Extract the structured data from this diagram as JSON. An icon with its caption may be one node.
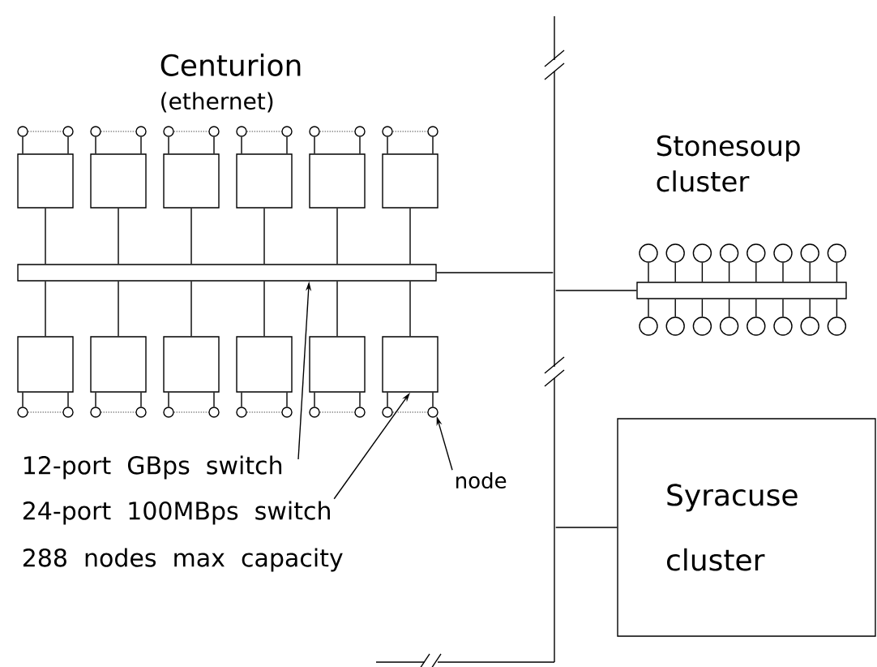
{
  "diagram": {
    "nodes": [
      {
        "text": [],
        "shape": "circle"
      },
      {
        "text": [],
        "shape": "circle"
      },
      {
        "text": [],
        "shape": "circle"
      },
      {
        "text": [],
        "shape": "circle"
      },
      {
        "text": [],
        "shape": "circle"
      },
      {
        "text": [],
        "shape": "circle"
      },
      {
        "text": [],
        "shape": "circle"
      },
      {
        "text": [],
        "shape": "circle"
      },
      {
        "text": [],
        "shape": "circle"
      },
      {
        "text": [],
        "shape": "circle"
      },
      {
        "text": [],
        "shape": "circle"
      },
      {
        "text": [],
        "shape": "circle"
      },
      {
        "text": [],
        "shape": "box"
      },
      {
        "text": [],
        "shape": "box"
      },
      {
        "text": [],
        "shape": "box"
      },
      {
        "text": [],
        "shape": "box"
      },
      {
        "text": [],
        "shape": "box"
      },
      {
        "text": [],
        "shape": "box"
      },
      {
        "text": [],
        "shape": "bar"
      },
      {
        "text": [],
        "shape": "box"
      },
      {
        "text": [],
        "shape": "box"
      },
      {
        "text": [],
        "shape": "box"
      },
      {
        "text": [],
        "shape": "box"
      },
      {
        "text": [],
        "shape": "box"
      },
      {
        "text": [],
        "shape": "box"
      },
      {
        "text": [],
        "shape": "circle"
      },
      {
        "text": [],
        "shape": "circle"
      },
      {
        "text": [],
        "shape": "circle"
      },
      {
        "text": [],
        "shape": "circle"
      },
      {
        "text": [],
        "shape": "circle"
      },
      {
        "text": [],
        "shape": "circle"
      },
      {
        "text": [],
        "shape": "circle"
      },
      {
        "text": [],
        "shape": "circle"
      },
      {
        "text": [],
        "shape": "circle"
      },
      {
        "text": [],
        "shape": "circle"
      },
      {
        "text": [],
        "shape": "circle"
      },
      {
        "text": [],
        "shape": "circle"
      },
      {
        "text": [],
        "shape": "line"
      },
      {
        "text": [],
        "shape": "circle"
      },
      {
        "text": [],
        "shape": "circle"
      },
      {
        "text": [],
        "shape": "circle"
      },
      {
        "text": [],
        "shape": "circle"
      },
      {
        "text": [],
        "shape": "circle"
      },
      {
        "text": [],
        "shape": "circle"
      },
      {
        "text": [],
        "shape": "circle"
      },
      {
        "text": [],
        "shape": "circle"
      },
      {
        "text": [],
        "shape": "bar"
      },
      {
        "text": [],
        "shape": "circle"
      },
      {
        "text": [],
        "shape": "circle"
      },
      {
        "text": [],
        "shape": "circle"
      },
      {
        "text": [],
        "shape": "circle"
      },
      {
        "text": [],
        "shape": "circle"
      },
      {
        "text": [],
        "shape": "circle"
      },
      {
        "text": [],
        "shape": "circle"
      },
      {
        "text": [],
        "shape": "circle"
      },
      {
        "text": [
          "Syracuse cluster"
        ]
      },
      {
        "text": [
          "12-port GBps switch"
        ]
      },
      {
        "text": [
          "24-port 100MBps switch"
        ]
      },
      {
        "text": [
          "node"
        ]
      }
    ],
    "edges": [
      {
        "from": 0,
        "to": 12,
        "arrow": "none"
      },
      {
        "from": 1,
        "to": 12,
        "arrow": "none"
      },
      {
        "from": 2,
        "to": 13,
        "arrow": "none"
      },
      {
        "from": 3,
        "to": 13,
        "arrow": "none"
      },
      {
        "from": 4,
        "to": 14,
        "arrow": "none"
      },
      {
        "from": 5,
        "to": 14,
        "arrow": "none"
      },
      {
        "from": 6,
        "to": 15,
        "arrow": "none"
      },
      {
        "from": 7,
        "to": 15,
        "arrow": "none"
      },
      {
        "from": 8,
        "to": 16,
        "arrow": "none"
      },
      {
        "from": 9,
        "to": 16,
        "arrow": "none"
      },
      {
        "from": 10,
        "to": 17,
        "arrow": "none"
      },
      {
        "from": 11,
        "to": 17,
        "arrow": "none"
      },
      {
        "from": 0,
        "to": 1,
        "arrow": "none",
        "style": "dashed"
      },
      {
        "from": 2,
        "to": 3,
        "arrow": "none",
        "style": "dashed"
      },
      {
        "from": 4,
        "to": 5,
        "arrow": "none",
        "style": "dashed"
      },
      {
        "from": 6,
        "to": 7,
        "arrow": "none",
        "style": "dashed"
      },
      {
        "from": 8,
        "to": 9,
        "arrow": "none",
        "style": "dashed"
      },
      {
        "from": 10,
        "to": 11,
        "arrow": "none",
        "style": "dashed"
      },
      {
        "from": 12,
        "to": 18,
        "arrow": "none"
      },
      {
        "from": 13,
        "to": 18,
        "arrow": "none"
      },
      {
        "from": 14,
        "to": 18,
        "arrow": "none"
      },
      {
        "from": 15,
        "to": 18,
        "arrow": "none"
      },
      {
        "from": 16,
        "to": 18,
        "arrow": "none"
      },
      {
        "from": 17,
        "to": 18,
        "arrow": "none"
      },
      {
        "from": 18,
        "to": 19,
        "arrow": "none"
      },
      {
        "from": 18,
        "to": 20,
        "arrow": "none"
      },
      {
        "from": 18,
        "to": 21,
        "arrow": "none"
      },
      {
        "from": 18,
        "to": 22,
        "arrow": "none"
      },
      {
        "from": 18,
        "to": 23,
        "arrow": "none"
      },
      {
        "from": 18,
        "to": 24,
        "arrow": "none"
      },
      {
        "from": 19,
        "to": 25,
        "arrow": "none"
      },
      {
        "from": 19,
        "to": 26,
        "arrow": "none"
      },
      {
        "from": 20,
        "to": 27,
        "arrow": "none"
      },
      {
        "from": 20,
        "to": 28,
        "arrow": "none"
      },
      {
        "from": 21,
        "to": 29,
        "arrow": "none"
      },
      {
        "from": 21,
        "to": 30,
        "arrow": "none"
      },
      {
        "from": 22,
        "to": 31,
        "arrow": "none"
      },
      {
        "from": 22,
        "to": 32,
        "arrow": "none"
      },
      {
        "from": 23,
        "to": 33,
        "arrow": "none"
      },
      {
        "from": 23,
        "to": 34,
        "arrow": "none"
      },
      {
        "from": 24,
        "to": 35,
        "arrow": "none"
      },
      {
        "from": 24,
        "to": 36,
        "arrow": "none"
      },
      {
        "from": 25,
        "to": 26,
        "arrow": "none",
        "style": "dashed"
      },
      {
        "from": 27,
        "to": 28,
        "arrow": "none",
        "style": "dashed"
      },
      {
        "from": 29,
        "to": 30,
        "arrow": "none",
        "style": "dashed"
      },
      {
        "from": 31,
        "to": 32,
        "arrow": "none",
        "style": "dashed"
      },
      {
        "from": 33,
        "to": 34,
        "arrow": "none",
        "style": "dashed"
      },
      {
        "from": 35,
        "to": 36,
        "arrow": "none",
        "style": "dashed"
      },
      {
        "from": 18,
        "to": 37,
        "arrow": "none"
      },
      {
        "from": 37,
        "to": 46,
        "arrow": "none"
      },
      {
        "from": 37,
        "to": 55,
        "arrow": "none"
      },
      {
        "from": 38,
        "to": 46,
        "arrow": "none"
      },
      {
        "from": 39,
        "to": 46,
        "arrow": "none"
      },
      {
        "from": 40,
        "to": 46,
        "arrow": "none"
      },
      {
        "from": 41,
        "to": 46,
        "arrow": "none"
      },
      {
        "from": 42,
        "to": 46,
        "arrow": "none"
      },
      {
        "from": 43,
        "to": 46,
        "arrow": "none"
      },
      {
        "from": 44,
        "to": 46,
        "arrow": "none"
      },
      {
        "from": 45,
        "to": 46,
        "arrow": "none"
      },
      {
        "from": 46,
        "to": 47,
        "arrow": "none"
      },
      {
        "from": 46,
        "to": 48,
        "arrow": "none"
      },
      {
        "from": 46,
        "to": 49,
        "arrow": "none"
      },
      {
        "from": 46,
        "to": 50,
        "arrow": "none"
      },
      {
        "from": 46,
        "to": 51,
        "arrow": "none"
      },
      {
        "from": 46,
        "to": 52,
        "arrow": "none"
      },
      {
        "from": 46,
        "to": 53,
        "arrow": "none"
      },
      {
        "from": 46,
        "to": 54,
        "arrow": "none"
      },
      {
        "from": 56,
        "to": 18,
        "arrow": "to"
      },
      {
        "from": 57,
        "to": 24,
        "arrow": "to"
      },
      {
        "from": 58,
        "to": 36,
        "arrow": "to"
      }
    ],
    "labels": [
      "Centurion",
      "(ethernet)",
      "Stonesoup cluster",
      "288 nodes max capacity"
    ]
  }
}
